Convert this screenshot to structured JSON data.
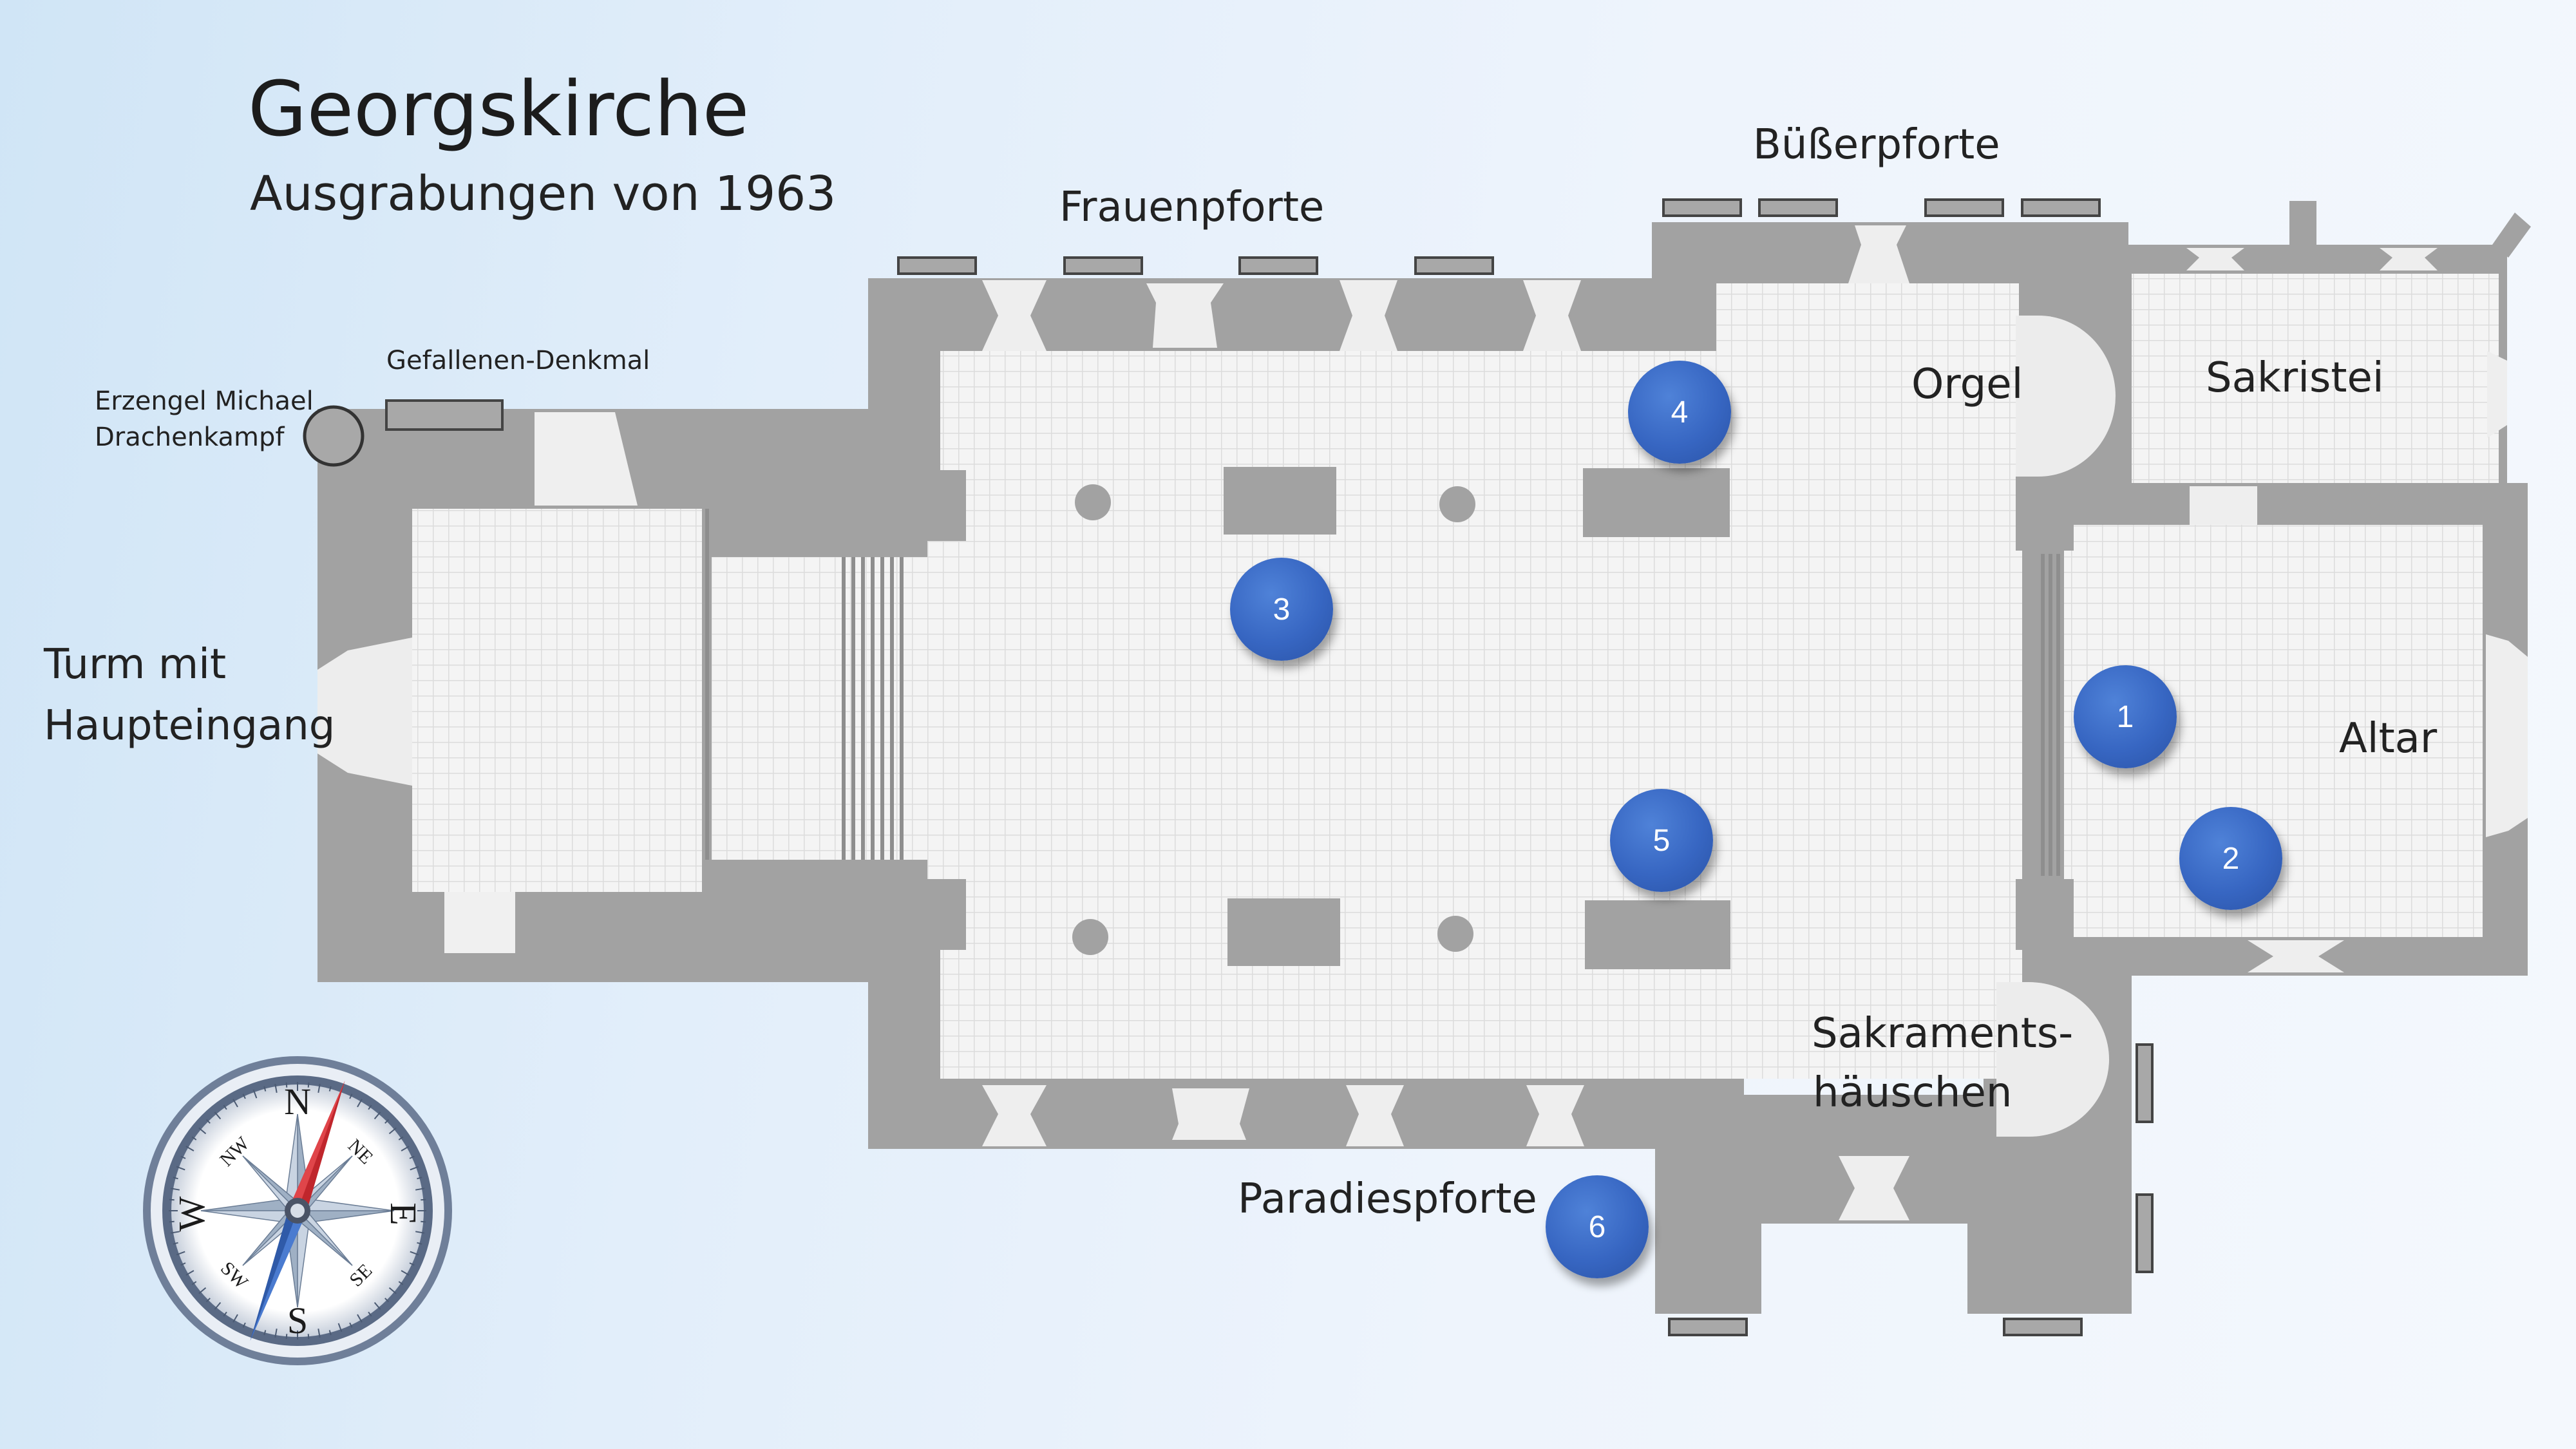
{
  "title": "Georgskirche",
  "subtitle": "Ausgrabungen von 1963",
  "labels": {
    "frauenpforte": "Frauenpforte",
    "buesserpforte": "Büßerpforte",
    "gefallenen": "Gefallenen-Denkmal",
    "michael_line1": "Erzengel Michael",
    "michael_line2": "Drachenkampf",
    "turm_line1": "Turm mit",
    "turm_line2": "Haupteingang",
    "orgel": "Orgel",
    "sakristei": "Sakristei",
    "altar": "Altar",
    "sakraments_line1": "Sakraments-",
    "sakraments_line2": "häuschen",
    "paradiespforte": "Paradiespforte"
  },
  "markers": [
    {
      "number": "1",
      "name": "marker-1"
    },
    {
      "number": "2",
      "name": "marker-2"
    },
    {
      "number": "3",
      "name": "marker-3"
    },
    {
      "number": "4",
      "name": "marker-4"
    },
    {
      "number": "5",
      "name": "marker-5"
    },
    {
      "number": "6",
      "name": "marker-6"
    }
  ],
  "compass": {
    "north": "N",
    "south": "S",
    "east": "E",
    "west": "W",
    "ne": "NE",
    "nw": "NW",
    "se": "SE",
    "sw": "SW"
  },
  "colors": {
    "wall": "#a2a2a2",
    "floor": "#f2f2f2",
    "marker": "#3766c2",
    "north_needle": "#c0262c",
    "south_needle": "#2f5aa8"
  }
}
